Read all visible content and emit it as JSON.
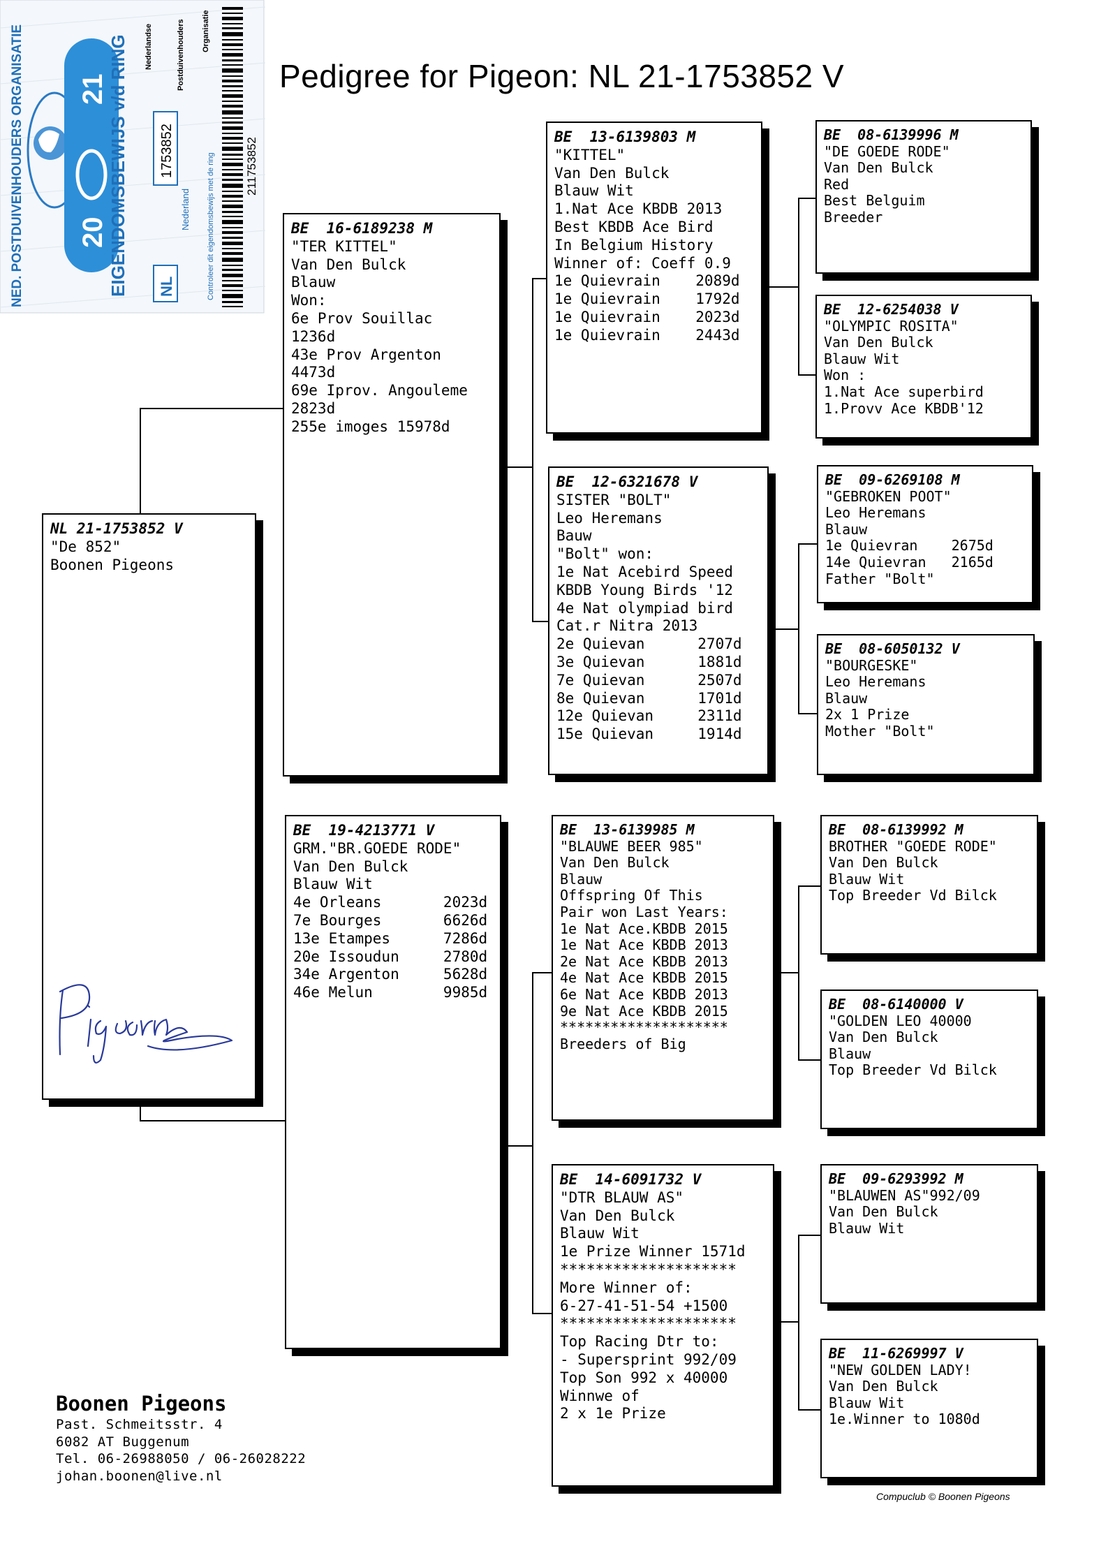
{
  "title": "Pedigree for Pigeon: NL 21-1753852 V",
  "ring_card": {
    "organisation": "NED. POSTDUIVENHOUDERS ORGANISATIE",
    "document": "EIGENDOMSBEWIJS v/d RING",
    "year_left": "20",
    "year_right": "21",
    "country_code": "NL",
    "country": "Nederland",
    "ring_number": "1753852",
    "barcode_number": "211753852",
    "npo_lines": [
      "Nederlandse",
      "Postduivenhouders",
      "Organisatie"
    ],
    "check_note": "Controleer dit eigendomsbewijs met de ring"
  },
  "subject": {
    "header": "NL 21-1753852 V",
    "lines": [
      "\"De 852\"",
      "Boonen Pigeons"
    ]
  },
  "signature_text": "Pigeons",
  "sire": {
    "header": "BE  16-6189238 M",
    "lines": [
      "\"TER KITTEL\"",
      "Van Den Bulck",
      "Blauw",
      "Won:",
      "6e Prov Souillac",
      "1236d",
      "43e Prov Argenton",
      "4473d",
      "69e Iprov. Angouleme",
      "2823d",
      "255e imoges 15978d"
    ]
  },
  "dam": {
    "header": "BE  19-4213771 V",
    "lines": [
      "GRM.\"BR.GOEDE RODE\"",
      "Van Den Bulck",
      "Blauw Wit",
      "4e Orleans       2023d",
      "7e Bourges       6626d",
      "13e Etampes      7286d",
      "20e Issoudun     2780d",
      "34e Argenton     5628d",
      "46e Melun        9985d"
    ]
  },
  "grandparents": [
    {
      "header": "BE  13-6139803 M",
      "lines": [
        "\"KITTEL\"",
        "Van Den Bulck",
        "Blauw Wit",
        "1.Nat Ace KBDB 2013",
        "Best KBDB Ace Bird",
        "In Belgium History",
        "Winner of: Coeff 0.9",
        "1e Quievrain    2089d",
        "1e Quievrain    1792d",
        "1e Quievrain    2023d",
        "1e Quievrain    2443d"
      ]
    },
    {
      "header": "BE  12-6321678 V",
      "lines": [
        "SISTER \"BOLT\"",
        "Leo Heremans",
        "Bauw",
        "\"Bolt\" won:",
        "1e Nat Acebird Speed",
        "KBDB Young Birds '12",
        "4e Nat olympiad bird",
        "Cat.r Nitra 2013",
        "2e Quievan      2707d",
        "3e Quievan      1881d",
        "7e Quievan      2507d",
        "8e Quievan      1701d",
        "12e Quievan     2311d",
        "15e Quievan     1914d"
      ]
    },
    {
      "header": "BE  13-6139985 M",
      "lines": [
        "\"BLAUWE BEER 985\"",
        "Van Den Bulck",
        "Blauw",
        "Offspring Of This",
        "Pair won Last Years:",
        "1e Nat Ace.KBDB 2015",
        "1e Nat Ace KBDB 2013",
        "2e Nat Ace KBDB 2013",
        "4e Nat Ace KBDB 2015",
        "6e Nat Ace KBDB 2013",
        "9e Nat Ace KBDB 2015",
        "********************",
        "Breeders of Big"
      ]
    },
    {
      "header": "BE  14-6091732 V",
      "lines": [
        "\"DTR BLAUW AS\"",
        "Van Den Bulck",
        "Blauw Wit",
        "1e Prize Winner 1571d",
        "********************",
        "More Winner of:",
        "6-27-41-51-54 +1500",
        "********************",
        "Top Racing Dtr to:",
        "- Supersprint 992/09",
        "Top Son 992 x 40000",
        "Winnwe of",
        "2 x 1e Prize"
      ]
    }
  ],
  "great_grandparents": [
    {
      "header": "BE  08-6139996 M",
      "lines": [
        "\"DE GOEDE RODE\"",
        "Van Den Bulck",
        "Red",
        "Best Belguim",
        "Breeder"
      ]
    },
    {
      "header": "BE  12-6254038 V",
      "lines": [
        "\"OLYMPIC ROSITA\"",
        "Van Den Bulck",
        "Blauw Wit",
        "Won :",
        "1.Nat Ace superbird",
        "1.Provv Ace KBDB'12"
      ]
    },
    {
      "header": "BE  09-6269108 M",
      "lines": [
        "\"GEBROKEN POOT\"",
        "Leo Heremans",
        "Blauw",
        "1e Quievran    2675d",
        "14e Quievran   2165d",
        "Father \"Bolt\""
      ]
    },
    {
      "header": "BE  08-6050132 V",
      "lines": [
        "\"BOURGESKE\"",
        "Leo Heremans",
        "Blauw",
        "2x 1 Prize",
        "Mother \"Bolt\""
      ]
    },
    {
      "header": "BE  08-6139992 M",
      "lines": [
        "BROTHER \"GOEDE RODE\"",
        "Van Den Bulck",
        "Blauw Wit",
        "Top Breeder Vd Bilck"
      ]
    },
    {
      "header": "BE  08-6140000 V",
      "lines": [
        "\"GOLDEN LEO 40000",
        "Van Den Bulck",
        "Blauw",
        "Top Breeder Vd Bilck"
      ]
    },
    {
      "header": "BE  09-6293992 M",
      "lines": [
        "\"BLAUWEN AS\"992/09",
        "Van Den Bulck",
        "Blauw Wit"
      ]
    },
    {
      "header": "BE  11-6269997 V",
      "lines": [
        "\"NEW GOLDEN LADY!",
        "Van Den Bulck",
        "Blauw Wit",
        "1e.Winner to 1080d"
      ]
    }
  ],
  "footer": {
    "name": "Boonen Pigeons",
    "lines": [
      "Past. Schmeitsstr. 4",
      "6082 AT Buggenum",
      "Tel. 06-26988050 / 06-26028222",
      "johan.boonen@live.nl"
    ]
  },
  "credit": "Compuclub © Boonen Pigeons"
}
